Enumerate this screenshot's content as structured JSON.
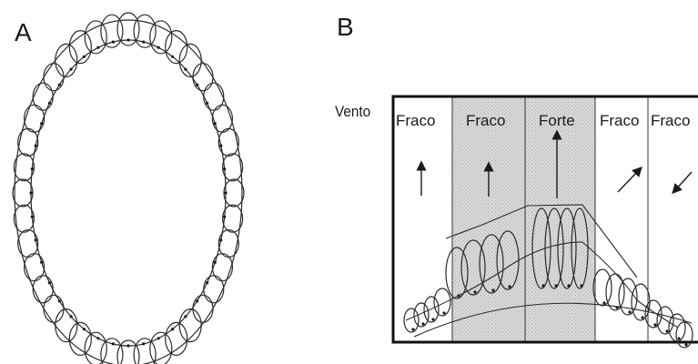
{
  "panels": {
    "a_label": "A",
    "b_label": "B"
  },
  "wind": {
    "label": "Vento",
    "zones": [
      {
        "label": "Fraco",
        "shaded": false
      },
      {
        "label": "Fraco",
        "shaded": true
      },
      {
        "label": "Forte",
        "shaded": true
      },
      {
        "label": "Fraco",
        "shaded": false
      },
      {
        "label": "Fraco",
        "shaded": false
      }
    ]
  }
}
